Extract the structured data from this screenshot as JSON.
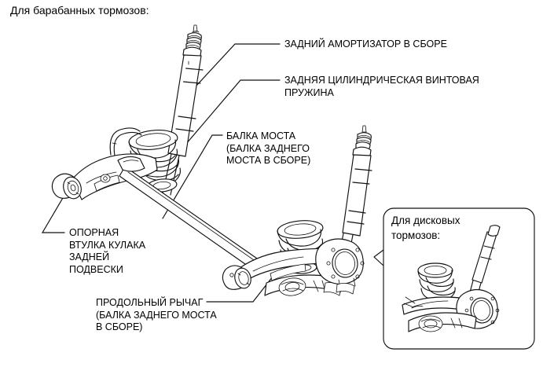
{
  "document": {
    "title": "Для барабанных тормозов:",
    "language": "ru",
    "figure_kind": "rear-suspension-exploded-illustration"
  },
  "colors": {
    "ink": "#000000",
    "paper": "#ffffff",
    "line": "#1a1a1a",
    "shade": "#f2f2f2"
  },
  "callouts": {
    "shock_absorber": "ЗАДНИЙ АМОРТИЗАТОР В СБОРЕ",
    "coil_spring_line1": "ЗАДНЯЯ ЦИЛИНДРИЧЕСКАЯ ВИНТОВАЯ",
    "coil_spring_line2": "ПРУЖИНА",
    "axle_beam_line1": "БАЛКА МОСТА",
    "axle_beam_line2": "(БАЛКА ЗАДНЕГО",
    "axle_beam_line3": "МОСТА В СБОРЕ)",
    "bushing_line1": "ОПОРНАЯ",
    "bushing_line2": "ВТУЛКА КУЛАКА",
    "bushing_line3": "ЗАДНЕЙ",
    "bushing_line4": "ПОДВЕСКИ",
    "trailing_arm_line1": "ПРОДОЛЬНЫЙ РЫЧАГ",
    "trailing_arm_line2": "(БАЛКА ЗАДНЕГО МОСТА",
    "trailing_arm_line3": "В СБОРЕ)"
  },
  "inset": {
    "title_line1": "Для дисковых",
    "title_line2": "тормозов:",
    "contents": "disc-brake-hub-variant"
  },
  "parts": [
    {
      "name": "rear-shock-absorber-left",
      "label_key": "shock_absorber"
    },
    {
      "name": "rear-coil-spring-left",
      "label_key": "coil_spring_line1"
    },
    {
      "name": "rear-axle-beam",
      "label_key": "axle_beam_line1"
    },
    {
      "name": "suspension-knuckle-support-bushing",
      "label_key": "bushing_line1"
    },
    {
      "name": "trailing-arm",
      "label_key": "trailing_arm_line1"
    },
    {
      "name": "rear-shock-absorber-right",
      "label_key": "shock_absorber"
    },
    {
      "name": "rear-coil-spring-right",
      "label_key": "coil_spring_line1"
    },
    {
      "name": "drum-brake-hub-flange",
      "label_key": null
    }
  ]
}
